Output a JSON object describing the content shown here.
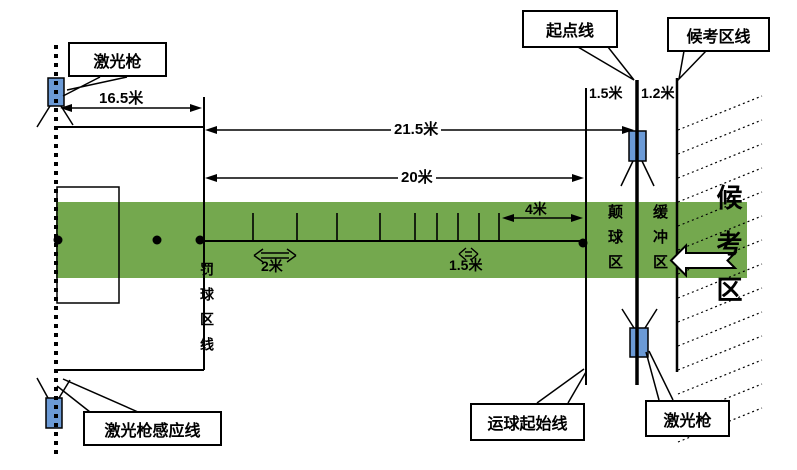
{
  "callouts": {
    "laser_gun_top": "激光枪",
    "start_line": "起点线",
    "waiting_area_line": "候考区线",
    "dribble_start_line": "运球起始线",
    "laser_gun_bottom": "激光枪",
    "laser_sensor_line": "激光枪感应线"
  },
  "dimensions": {
    "sensor_to_penalty": "16.5米",
    "penalty_to_start": "21.5米",
    "penalty_to_dribble_start": "20米",
    "last_segment": "4米",
    "tick_spacing_wide": "2米",
    "tick_spacing_narrow": "1.5米",
    "dribble_to_start_gap": "1.5米",
    "start_to_waiting_gap": "1.2米"
  },
  "zones": {
    "penalty_area_line": "罚球区线",
    "ball_control_zone": "颠球区",
    "buffer_zone": "缓冲区",
    "waiting_zone": "候考区"
  },
  "colors": {
    "field_green": "#74A84E",
    "laser_gun_blue": "#6B9AD6"
  }
}
